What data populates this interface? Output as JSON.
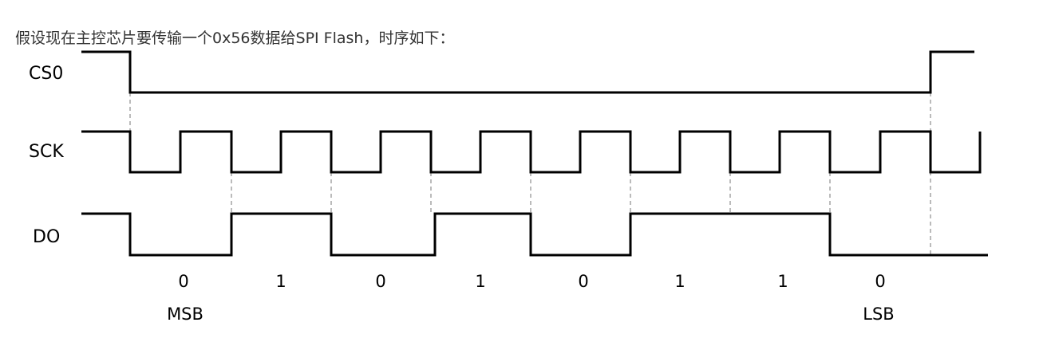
{
  "caption": "假设现在主控芯片要传输一个0x56数据给SPI Flash，时序如下：",
  "signals": {
    "cs": "CS0",
    "sck": "SCK",
    "do": "DO"
  },
  "bits": [
    "0",
    "1",
    "0",
    "1",
    "0",
    "1",
    "1",
    "0"
  ],
  "msb_label": "MSB",
  "lsb_label": "LSB"
}
